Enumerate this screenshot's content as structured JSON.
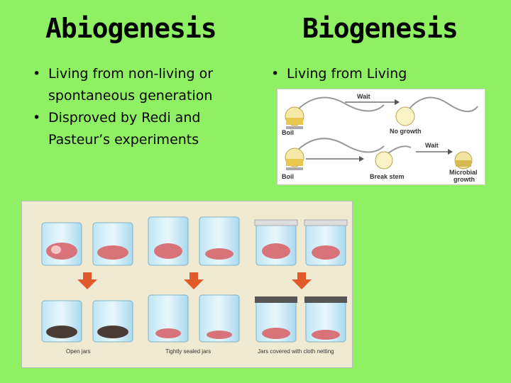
{
  "slide": {
    "left_title": "Abiogenesis",
    "right_title": "Biogenesis",
    "left_bullets": [
      "Living from non-living or spontaneous generation",
      "Disproved by Redi and Pasteur’s experiments"
    ],
    "right_bullets": [
      "Living from Living"
    ],
    "background_color": "#8ef062"
  },
  "pasteur_figure": {
    "labels": {
      "wait_top": "Wait",
      "boil_top": "Boil",
      "no_growth": "No growth",
      "wait_bottom": "Wait",
      "boil_bottom": "Boil",
      "break_stem": "Break stem",
      "microbial_growth_1": "Microbial",
      "microbial_growth_2": "growth"
    }
  },
  "redi_figure": {
    "labels": {
      "open_jars": "Open jars",
      "sealed_jars": "Tightly sealed jars",
      "cloth_jars": "Jars covered with cloth netting"
    }
  }
}
